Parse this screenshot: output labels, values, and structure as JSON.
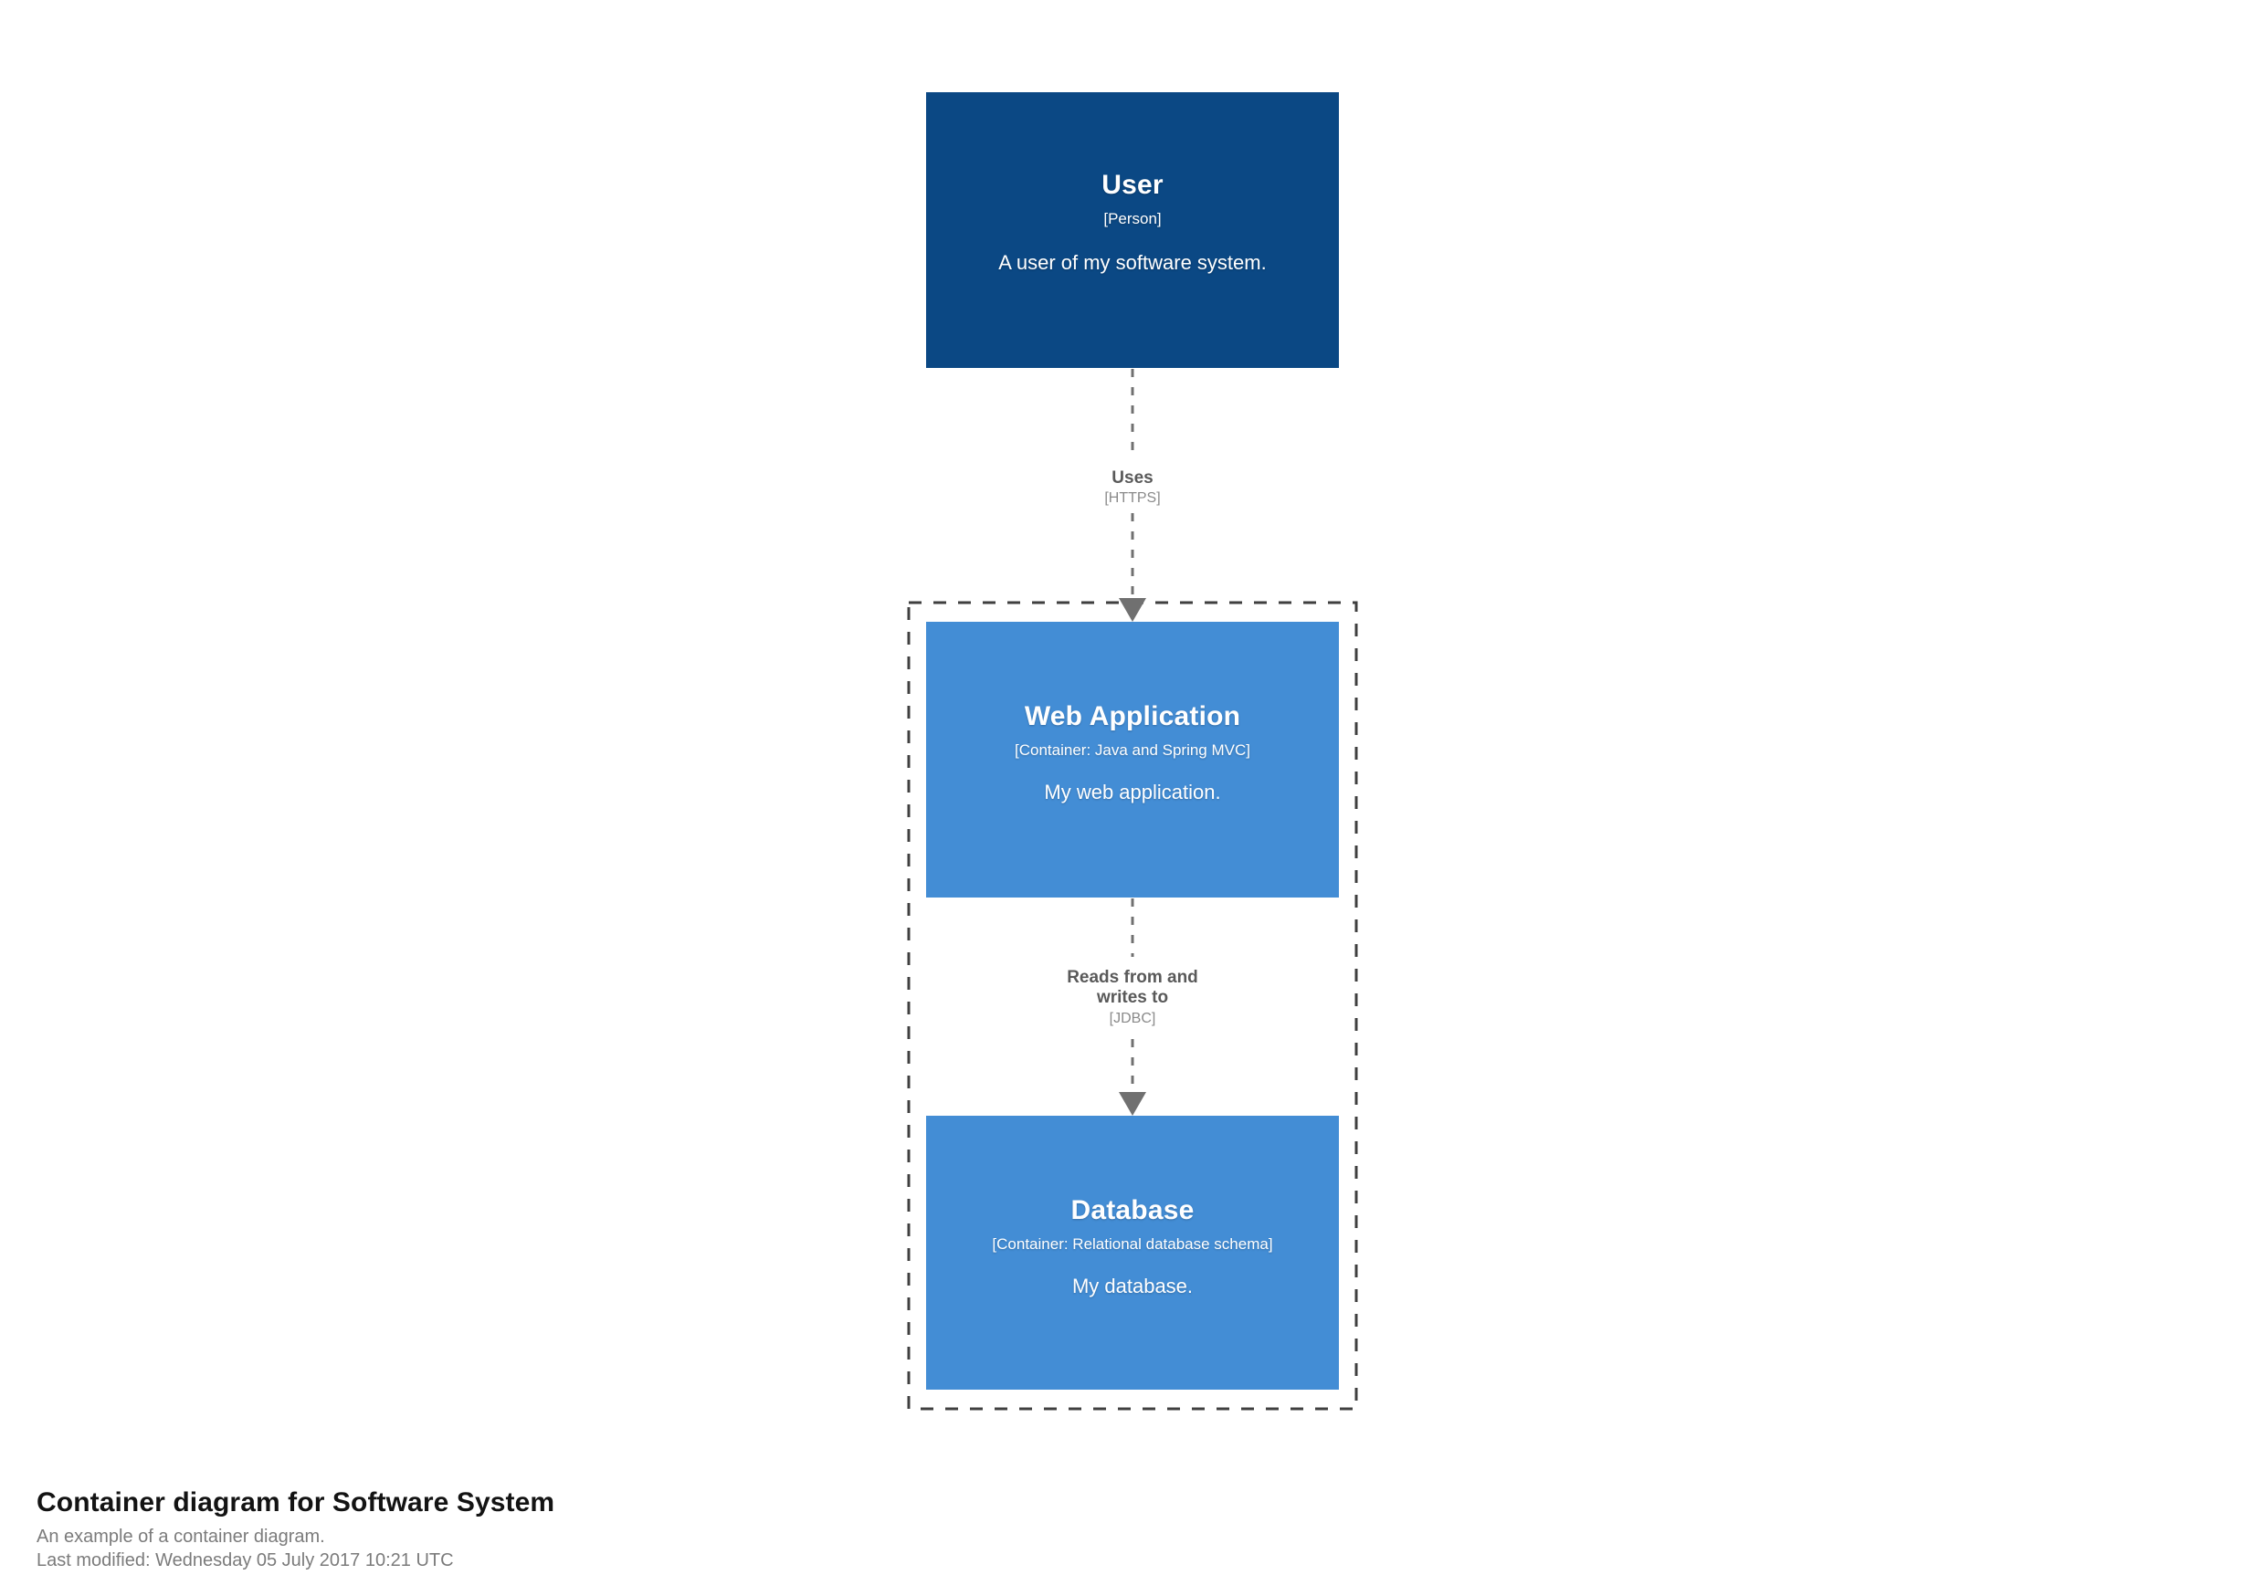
{
  "diagram": {
    "type": "c4-container-diagram",
    "background_color": "#ffffff",
    "nodes": [
      {
        "id": "user",
        "name": "User",
        "meta": "[Person]",
        "description": "A user of my software system.",
        "shape": "box",
        "fill": "#0B4884",
        "text_color": "#ffffff"
      },
      {
        "id": "webapp",
        "name": "Web Application",
        "meta": "[Container: Java and Spring MVC]",
        "description": "My web application.",
        "shape": "box",
        "fill": "#438DD5",
        "text_color": "#ffffff"
      },
      {
        "id": "database",
        "name": "Database",
        "meta": "[Container: Relational database schema]",
        "description": "My database.",
        "shape": "box",
        "fill": "#438DD5",
        "text_color": "#ffffff"
      }
    ],
    "relationships": [
      {
        "id": "uses",
        "from": "user",
        "to": "webapp",
        "description": "Uses",
        "technology": "[HTTPS]",
        "line_style": "dashed",
        "arrow": "filled-triangle",
        "color": "#707070"
      },
      {
        "id": "reads-writes",
        "from": "webapp",
        "to": "database",
        "description_line_1": "Reads from and",
        "description_line_2": "writes to",
        "technology": "[JDBC]",
        "line_style": "dashed",
        "arrow": "filled-triangle",
        "color": "#707070"
      }
    ],
    "boundary": {
      "id": "software-system-boundary",
      "label": "",
      "line_style": "dashed",
      "color": "#3f3f3f"
    }
  },
  "caption": {
    "title": "Container diagram for Software System",
    "subtitle": "An example of a container diagram.",
    "last_modified": "Last modified: Wednesday 05 July 2017 10:21 UTC"
  }
}
